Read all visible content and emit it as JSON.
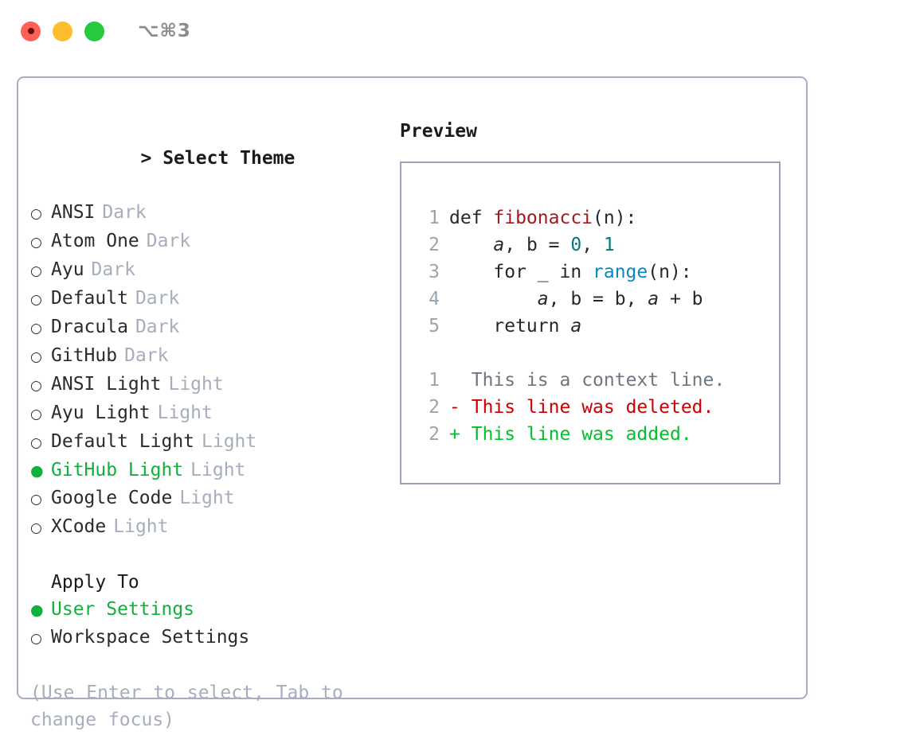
{
  "titlebar": {
    "traffic_lights": [
      "close",
      "minimize",
      "maximize"
    ],
    "shortcut": "⌥⌘3"
  },
  "theme_selector": {
    "header_prefix": ">",
    "header_label": "Select Theme",
    "items": [
      {
        "marker": "○",
        "name": "ANSI",
        "variant": "Dark",
        "selected": false
      },
      {
        "marker": "○",
        "name": "Atom One",
        "variant": "Dark",
        "selected": false
      },
      {
        "marker": "○",
        "name": "Ayu",
        "variant": "Dark",
        "selected": false
      },
      {
        "marker": "○",
        "name": "Default",
        "variant": "Dark",
        "selected": false
      },
      {
        "marker": "○",
        "name": "Dracula",
        "variant": "Dark",
        "selected": false
      },
      {
        "marker": "○",
        "name": "GitHub",
        "variant": "Dark",
        "selected": false
      },
      {
        "marker": "○",
        "name": "ANSI Light",
        "variant": "Light",
        "selected": false
      },
      {
        "marker": "○",
        "name": "Ayu Light",
        "variant": "Light",
        "selected": false
      },
      {
        "marker": "○",
        "name": "Default Light",
        "variant": "Light",
        "selected": false
      },
      {
        "marker": "●",
        "name": "GitHub Light",
        "variant": "Light",
        "selected": true
      },
      {
        "marker": "○",
        "name": "Google Code",
        "variant": "Light",
        "selected": false
      },
      {
        "marker": "○",
        "name": "XCode",
        "variant": "Light",
        "selected": false
      }
    ]
  },
  "apply_to": {
    "header_label": "Apply To",
    "items": [
      {
        "marker": "●",
        "name": "User Settings",
        "selected": true
      },
      {
        "marker": "○",
        "name": "Workspace Settings",
        "selected": false
      }
    ]
  },
  "hint": "(Use Enter to select, Tab to change focus)",
  "preview": {
    "title": "Preview",
    "code_lines": [
      {
        "lineno": "1",
        "segments": [
          {
            "text": "def ",
            "style": "plain"
          },
          {
            "text": "fibonacci",
            "style": "fn"
          },
          {
            "text": "(n):",
            "style": "plain"
          }
        ]
      },
      {
        "lineno": "2",
        "segments": [
          {
            "text": "    ",
            "style": "plain"
          },
          {
            "text": "a",
            "style": "var"
          },
          {
            "text": ", b = ",
            "style": "plain"
          },
          {
            "text": "0",
            "style": "num"
          },
          {
            "text": ", ",
            "style": "plain"
          },
          {
            "text": "1",
            "style": "num"
          }
        ]
      },
      {
        "lineno": "3",
        "segments": [
          {
            "text": "    for _ in ",
            "style": "plain"
          },
          {
            "text": "range",
            "style": "call"
          },
          {
            "text": "(n):",
            "style": "plain"
          }
        ]
      },
      {
        "lineno": "4",
        "segments": [
          {
            "text": "        ",
            "style": "plain"
          },
          {
            "text": "a",
            "style": "var"
          },
          {
            "text": ", b = b, ",
            "style": "plain"
          },
          {
            "text": "a",
            "style": "var"
          },
          {
            "text": " + b",
            "style": "plain"
          }
        ]
      },
      {
        "lineno": "5",
        "segments": [
          {
            "text": "    return ",
            "style": "plain"
          },
          {
            "text": "a",
            "style": "var"
          }
        ]
      }
    ],
    "diff_lines": [
      {
        "lineno": "1",
        "marker": " ",
        "text": "This is a context line.",
        "kind": "context"
      },
      {
        "lineno": "2",
        "marker": "-",
        "text": "This line was deleted.",
        "kind": "deleted"
      },
      {
        "lineno": "2",
        "marker": "+",
        "text": "This line was added.",
        "kind": "added"
      }
    ]
  },
  "colors": {
    "accent_green": "#0fb03c",
    "diff_added": "#00c02b",
    "diff_deleted": "#cc0000",
    "muted": "#a6aebb",
    "border": "#a7aebd",
    "preview_border": "#9aa4b4",
    "token_function": "#a3191c",
    "token_number": "#067a7a",
    "token_call": "#0d86c0"
  }
}
